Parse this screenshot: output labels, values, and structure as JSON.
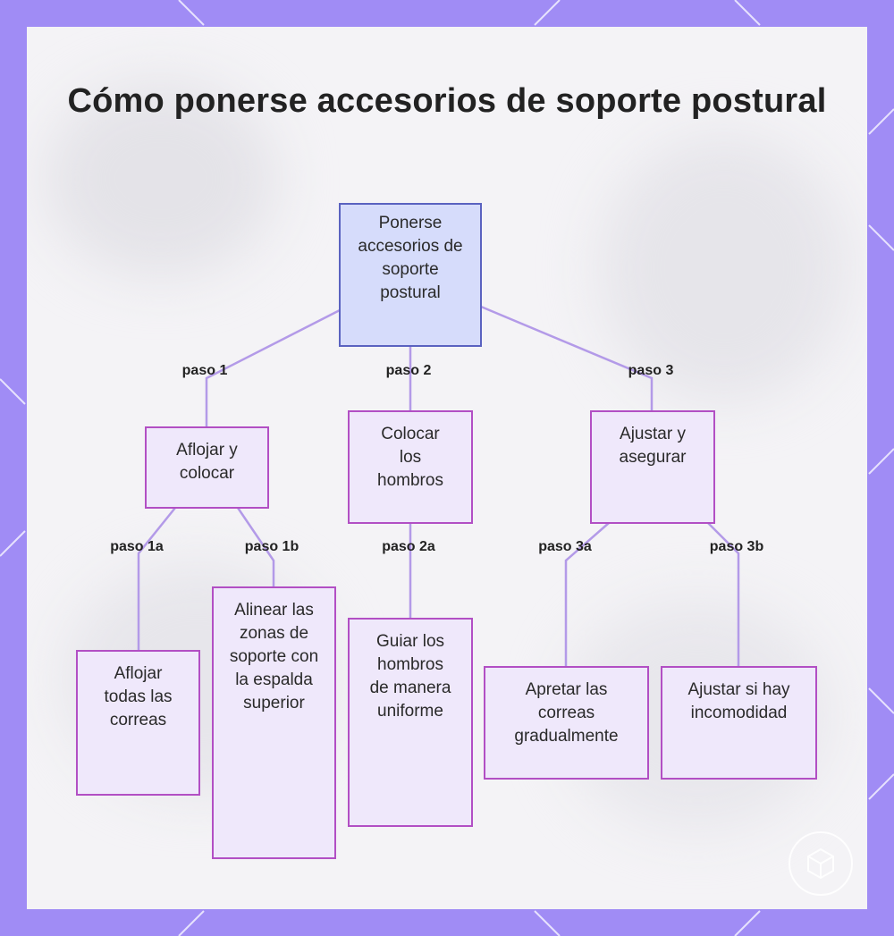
{
  "title": "Cómo ponerse accesorios de soporte postural",
  "nodes": {
    "root": "Ponerse accesorios de soporte postural",
    "step1": "Aflojar y colocar",
    "step2": "Colocar los hombros",
    "step3": "Ajustar y asegurar",
    "step1a": "Aflojar todas las correas",
    "step1b": "Alinear las zonas de soporte con la espalda superior",
    "step2a": "Guiar los hombros de manera uniforme",
    "step3a": "Apretar las correas gradualmente",
    "step3b": "Ajustar si hay incomodidad"
  },
  "edges": {
    "e1": "paso 1",
    "e2": "paso 2",
    "e3": "paso 3",
    "e1a": "paso 1a",
    "e1b": "paso 1b",
    "e2a": "paso 2a",
    "e3a": "paso 3a",
    "e3b": "paso 3b"
  },
  "colors": {
    "frame": "#a08cf5",
    "edge_line": "#b39ae8",
    "root_fill": "#d6dcfb",
    "root_border": "#5a62c0",
    "node_fill": "#efe8fb",
    "node_border": "#b24fc4"
  }
}
